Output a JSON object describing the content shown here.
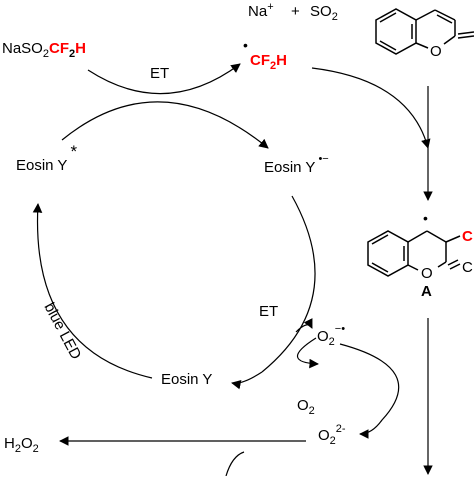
{
  "colors": {
    "highlight": "#ff0000",
    "ink": "#000000",
    "background": "#ffffff"
  },
  "labels": {
    "nasoPrefix": "NaSO",
    "nasoSub": "2",
    "cf2h": "CF",
    "cf2hSub": "2",
    "cf2hH": "H",
    "naPlus": "Na",
    "naCharge": "+",
    "plusSign": "+",
    "so2": "SO",
    "so2Sub": "2",
    "radicalDot": "•",
    "etTop": "ET",
    "eosinStar": "Eosin Y",
    "star": "*",
    "eosinRadAnion": "Eosin Y",
    "radAnionCharge": "•−",
    "eosinGround": "Eosin Y",
    "blueLed": "blue LED",
    "etMiddle": "ET",
    "o2RadAnion": "O",
    "o2RadSub": "2",
    "o2RadCharge": "−•",
    "o2": "O",
    "o2Sub": "2",
    "peroxide": "O",
    "peroxideSub": "2",
    "peroxideCharge": "2-",
    "h2o2H": "H",
    "h2o2Sub1": "2",
    "h2o2O": "O",
    "h2o2Sub2": "2",
    "intermediate": "A",
    "ringO1": "O",
    "ringO2": "O",
    "cutC1": "C",
    "cutC2": "C"
  }
}
